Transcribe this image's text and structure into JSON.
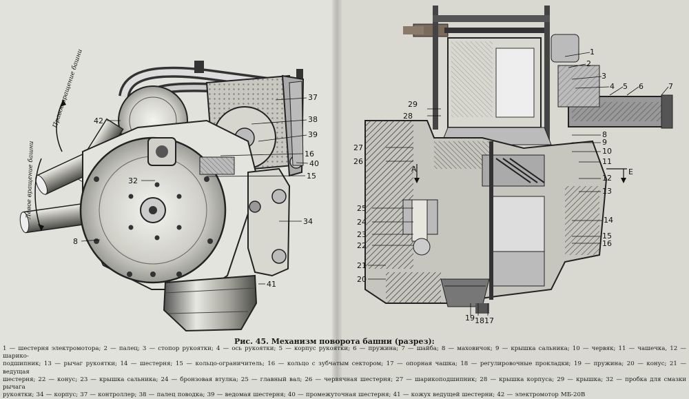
{
  "figure": {
    "title": "Рис. 45. Механизм поворота башни (разрез):",
    "rotation_right": "Правое вращение башни",
    "rotation_left": "Левое вращение башни",
    "left_callouts": [
      "37",
      "38",
      "39",
      "16",
      "40",
      "15",
      "34",
      "41",
      "32",
      "42",
      "8"
    ],
    "right_callouts": [
      "1",
      "2",
      "3",
      "4",
      "5",
      "6",
      "7",
      "8",
      "9",
      "10",
      "11",
      "12",
      "13",
      "14",
      "15",
      "16",
      "17",
      "18",
      "19",
      "20",
      "21",
      "22",
      "23",
      "24",
      "25",
      "26",
      "27",
      "28",
      "29"
    ],
    "arrow_label": "Е",
    "section_label": "А"
  },
  "legend": {
    "line1": "1 — шестерня электромотора; 2 — палец; 3 — стопор рукоятки; 4 — ось рукоятки; 5 — корпус рукоятки; 6 — пружина; 7 — шайба; 8 — маховичок; 9 — крышка сальника; 10 — червяк; 11 — чашечка, 12 — шарико-",
    "line2": "подшипник; 13 — рычаг рукоятки; 14 — шестерня; 15 — кольцо-ограничитель; 16 — кольцо с зубчатым сектором; 17 — опорная чашка; 18 — регулировочные прокладки; 19 — пружина; 20 — конус; 21 — ведущая",
    "line3": "шестерня; 22 — конус; 23 — крышка сальника; 24 — бронзовая втулка; 25 — главный вал; 26 — червячная шестерня; 27 — шарикоподшипник; 28 — крышка корпуса; 29 — крышка; 32 — пробка для смазки рычага",
    "line4": "рукоятки; 34 — корпус; 37 — контроллер; 38 — палец поводка; 39 — ведомая шестерня; 40 — промежуточная шестерня; 41 — кожух ведущей шестерни; 42 — электромотор МБ-20В"
  }
}
